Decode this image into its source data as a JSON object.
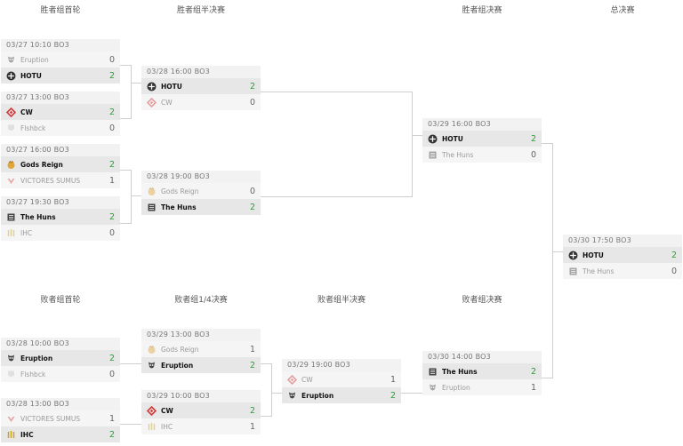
{
  "rounds": {
    "wb_r1": "胜者组首轮",
    "wb_semi": "胜者组半决赛",
    "wb_final": "胜者组决赛",
    "grand_final": "总决赛",
    "lb_r1": "败者组首轮",
    "lb_qf": "败者组1/4决赛",
    "lb_semi": "败者组半决赛",
    "lb_final": "败者组决赛"
  },
  "colors": {
    "win_score": "#2f9b3a",
    "lose_score": "#666666",
    "card_bg": "#f2f2f2"
  },
  "matches": [
    {
      "id": "m1",
      "head": "03/27 10:10 BO3",
      "t1": {
        "name": "Eruption",
        "score": "0",
        "icon": "eruption-icon",
        "win": false
      },
      "t2": {
        "name": "HOTU",
        "score": "2",
        "icon": "hotu-icon",
        "win": true
      }
    },
    {
      "id": "m2",
      "head": "03/27 13:00 BO3",
      "t1": {
        "name": "CW",
        "score": "2",
        "icon": "cw-icon",
        "win": true
      },
      "t2": {
        "name": "Flshbck",
        "score": "0",
        "icon": "flshbck-icon",
        "win": false
      }
    },
    {
      "id": "m3",
      "head": "03/27 16:00 BO3",
      "t1": {
        "name": "Gods Reign",
        "score": "2",
        "icon": "gods-reign-icon",
        "win": true
      },
      "t2": {
        "name": "VICTORES SUMUS",
        "score": "1",
        "icon": "victores-sumus-icon",
        "win": false
      }
    },
    {
      "id": "m4",
      "head": "03/27 19:30 BO3",
      "t1": {
        "name": "The Huns",
        "score": "2",
        "icon": "the-huns-icon",
        "win": true
      },
      "t2": {
        "name": "IHC",
        "score": "0",
        "icon": "ihc-icon",
        "win": false
      }
    },
    {
      "id": "m5",
      "head": "03/28 16:00 BO3",
      "t1": {
        "name": "HOTU",
        "score": "2",
        "icon": "hotu-icon",
        "win": true
      },
      "t2": {
        "name": "CW",
        "score": "0",
        "icon": "cw-icon",
        "win": false
      }
    },
    {
      "id": "m6",
      "head": "03/28 19:00 BO3",
      "t1": {
        "name": "Gods Reign",
        "score": "0",
        "icon": "gods-reign-icon",
        "win": false
      },
      "t2": {
        "name": "The Huns",
        "score": "2",
        "icon": "the-huns-icon",
        "win": true
      }
    },
    {
      "id": "m7",
      "head": "03/29 16:00 BO3",
      "t1": {
        "name": "HOTU",
        "score": "2",
        "icon": "hotu-icon",
        "win": true
      },
      "t2": {
        "name": "The Huns",
        "score": "0",
        "icon": "the-huns-icon",
        "win": false
      }
    },
    {
      "id": "m8",
      "head": "03/30 17:50 BO3",
      "t1": {
        "name": "HOTU",
        "score": "2",
        "icon": "hotu-icon",
        "win": true
      },
      "t2": {
        "name": "The Huns",
        "score": "0",
        "icon": "the-huns-icon",
        "win": false
      }
    },
    {
      "id": "m9",
      "head": "03/28 10:00 BO3",
      "t1": {
        "name": "Eruption",
        "score": "2",
        "icon": "eruption-icon",
        "win": true
      },
      "t2": {
        "name": "Flshbck",
        "score": "0",
        "icon": "flshbck-icon",
        "win": false
      }
    },
    {
      "id": "m10",
      "head": "03/28 13:00 BO3",
      "t1": {
        "name": "VICTORES SUMUS",
        "score": "1",
        "icon": "victores-sumus-icon",
        "win": false
      },
      "t2": {
        "name": "IHC",
        "score": "2",
        "icon": "ihc-icon",
        "win": true
      }
    },
    {
      "id": "m11",
      "head": "03/29 13:00 BO3",
      "t1": {
        "name": "Gods Reign",
        "score": "1",
        "icon": "gods-reign-icon",
        "win": false
      },
      "t2": {
        "name": "Eruption",
        "score": "2",
        "icon": "eruption-icon",
        "win": true
      }
    },
    {
      "id": "m12",
      "head": "03/29 10:00 BO3",
      "t1": {
        "name": "CW",
        "score": "2",
        "icon": "cw-icon",
        "win": true
      },
      "t2": {
        "name": "IHC",
        "score": "1",
        "icon": "ihc-icon",
        "win": false
      }
    },
    {
      "id": "m13",
      "head": "03/29 19:00 BO3",
      "t1": {
        "name": "CW",
        "score": "1",
        "icon": "cw-icon",
        "win": false
      },
      "t2": {
        "name": "Eruption",
        "score": "2",
        "icon": "eruption-icon",
        "win": true
      }
    },
    {
      "id": "m14",
      "head": "03/30 14:00 BO3",
      "t1": {
        "name": "The Huns",
        "score": "2",
        "icon": "the-huns-icon",
        "win": true
      },
      "t2": {
        "name": "Eruption",
        "score": "1",
        "icon": "eruption-icon",
        "win": false
      }
    }
  ]
}
